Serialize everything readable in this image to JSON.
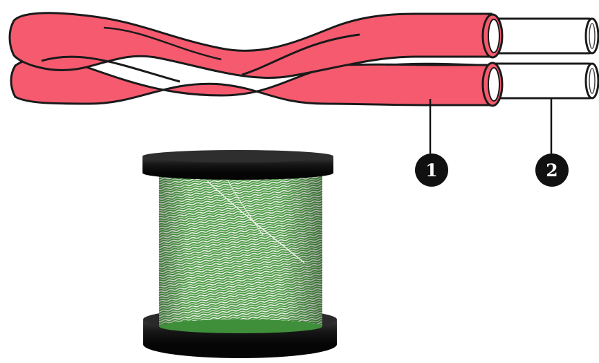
{
  "callouts": [
    {
      "number": "1",
      "part": "insulation"
    },
    {
      "number": "2",
      "part": "conductor"
    }
  ],
  "colors": {
    "insulation": "#f55a6e",
    "insulation_shadow": "#cf3f53",
    "outline": "#1a1a1a",
    "conductor": "#ffffff",
    "badge": "#111111",
    "badge_text": "#ffffff",
    "spool_flange": "#141414",
    "wire_green": "#3f8f3a",
    "wire_white": "#f2f4ee"
  },
  "icons": {
    "cable": "twisted-pair-cable-icon",
    "spool": "wire-spool-icon"
  }
}
